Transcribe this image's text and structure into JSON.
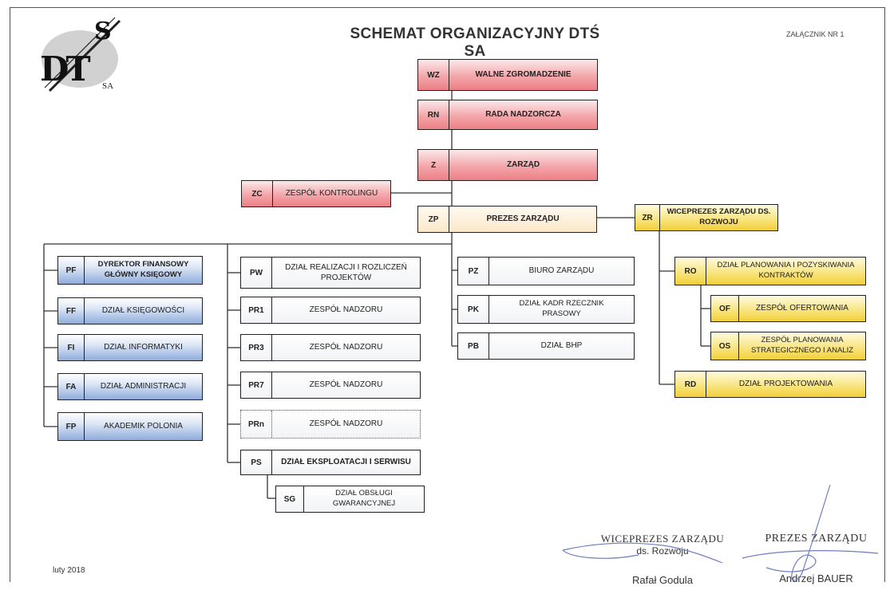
{
  "title": "SCHEMAT ORGANIZACYJNY DTŚ SA",
  "annex": "ZAŁĄCZNIK NR 1",
  "logo": {
    "text_main": "DT",
    "text_s": "S",
    "text_sa": "SA"
  },
  "date": "luty 2018",
  "units": {
    "wz": {
      "code": "WZ",
      "name": "WALNE ZGROMADZENIE"
    },
    "rn": {
      "code": "RN",
      "name": "RADA NADZORCZA"
    },
    "z": {
      "code": "Z",
      "name": "ZARZĄD"
    },
    "zc": {
      "code": "ZC",
      "name": "ZESPÓŁ KONTROLINGU"
    },
    "zp": {
      "code": "ZP",
      "name": "PREZES ZARZĄDU"
    },
    "zr": {
      "code": "ZR",
      "name": "WICEPREZES ZARZĄDU DS. ROZWOJU"
    },
    "pf": {
      "code": "PF",
      "name": "DYREKTOR FINANSOWY GŁÓWNY KSIĘGOWY"
    },
    "ff": {
      "code": "FF",
      "name": "DZIAŁ KSIĘGOWOŚCI"
    },
    "fi": {
      "code": "FI",
      "name": "DZIAŁ INFORMATYKI"
    },
    "fa": {
      "code": "FA",
      "name": "DZIAŁ ADMINISTRACJI"
    },
    "fp": {
      "code": "FP",
      "name": "AKADEMIK POLONIA"
    },
    "pw": {
      "code": "PW",
      "name": "DZIAŁ REALIZACJI I ROZLICZEŃ PROJEKTÓW"
    },
    "pr1": {
      "code": "PR1",
      "name": "ZESPÓŁ NADZORU"
    },
    "pr3": {
      "code": "PR3",
      "name": "ZESPÓŁ NADZORU"
    },
    "pr7": {
      "code": "PR7",
      "name": "ZESPÓŁ NADZORU"
    },
    "prn": {
      "code": "PRn",
      "name": "ZESPÓŁ NADZORU"
    },
    "ps": {
      "code": "PS",
      "name": "DZIAŁ EKSPLOATACJI I SERWISU"
    },
    "sg": {
      "code": "SG",
      "name": "DZIAŁ OBSŁUGI GWARANCYJNEJ"
    },
    "pz": {
      "code": "PZ",
      "name": "BIURO ZARZĄDU"
    },
    "pk": {
      "code": "PK",
      "name": "DZIAŁ KADR RZECZNIK PRASOWY"
    },
    "pb": {
      "code": "PB",
      "name": "DZIAŁ BHP"
    },
    "ro": {
      "code": "RO",
      "name": "DZIAŁ PLANOWANIA I POZYSKIWANIA KONTRAKTÓW"
    },
    "of": {
      "code": "OF",
      "name": "ZESPÓŁ OFERTOWANIA"
    },
    "os": {
      "code": "OS",
      "name": "ZESPÓŁ PLANOWANIA STRATEGICZNEGO I ANALIZ"
    },
    "rd": {
      "code": "RD",
      "name": "DZIAŁ PROJEKTOWANIA"
    }
  },
  "signatures": {
    "vice": {
      "role": "WICEPREZES ZARZĄDU",
      "sub": "ds. Rozwoju",
      "name": "Rafał Godula"
    },
    "president": {
      "role": "PREZES ZARZĄDU",
      "name": "Andrzej BAUER"
    }
  },
  "colors": {
    "board": "#ec7f85",
    "president": "#fbe8c9",
    "development": "#f2cf3a",
    "finance": "#8facdc",
    "operations": "#f2f3f6"
  }
}
